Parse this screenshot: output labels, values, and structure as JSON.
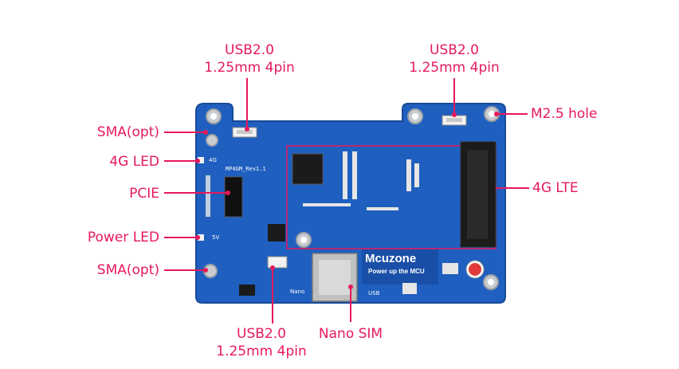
{
  "callouts": {
    "usb_top_left": {
      "line1": "USB2.0",
      "line2": "1.25mm 4pin"
    },
    "usb_top_right": {
      "line1": "USB2.0",
      "line2": "1.25mm 4pin"
    },
    "usb_bottom": {
      "line1": "USB2.0",
      "line2": "1.25mm 4pin"
    },
    "nano_sim": "Nano SIM",
    "m25_hole": "M2.5 hole",
    "sma_top": "SMA(opt)",
    "led_4g": "4G LED",
    "pcie": "PCIE",
    "power_led": "Power LED",
    "sma_bottom": "SMA(opt)",
    "lte_4g": "4G LTE"
  },
  "board": {
    "brand": "Mcuzone",
    "tagline": "Power up the MCU",
    "silk_model": "MP4GM_Rev1.1",
    "silk_4g": "4G",
    "silk_5v": "5V",
    "silk_nano": "Nano",
    "silk_usb": "USB"
  },
  "colors": {
    "accent": "#e6195b",
    "pcb": "#1f5fbf",
    "pcb_dark": "#174a98"
  }
}
